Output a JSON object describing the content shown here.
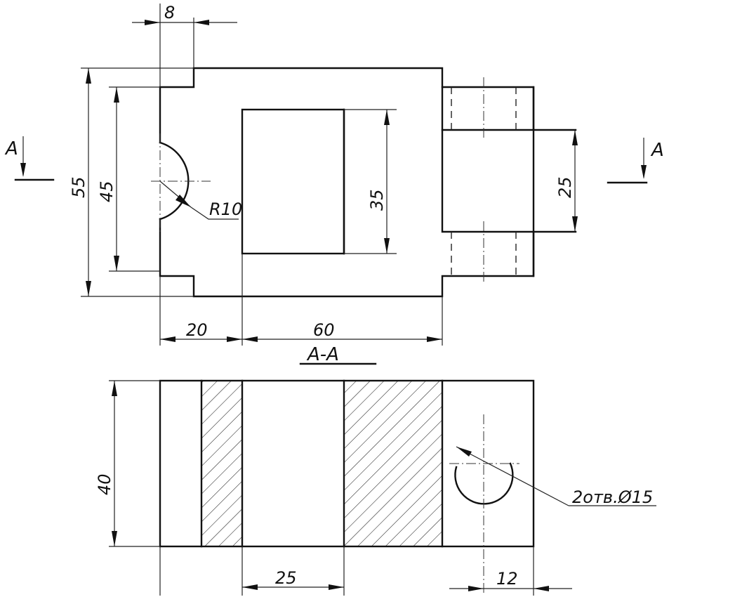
{
  "dimensions": {
    "d8": "8",
    "d55": "55",
    "d45": "45",
    "d35": "35",
    "d25_vertical": "25",
    "r10": "R10",
    "d20": "20",
    "d60": "60",
    "d40": "40",
    "d25_bottom": "25",
    "d12": "12"
  },
  "section": {
    "marker_left": "A",
    "marker_right": "A",
    "title": "A-A"
  },
  "callouts": {
    "holes": "2отв.Ø15"
  }
}
